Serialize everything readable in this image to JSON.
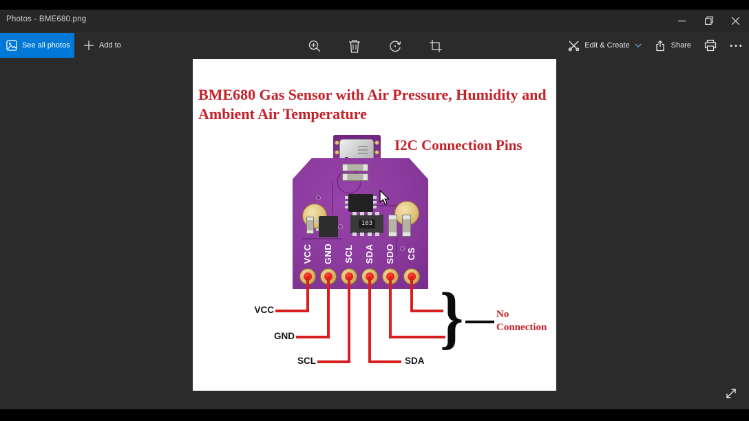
{
  "titlebar": {
    "title": "Photos - BME680.png"
  },
  "toolbar": {
    "see_all_photos": "See all photos",
    "add_to": "Add to",
    "edit_create": "Edit & Create",
    "share": "Share"
  },
  "photo": {
    "heading": "BME680 Gas Sensor with Air Pressure, Humidity and Ambient Air Temperature",
    "subheading": "I2C Connection Pins",
    "chip_marking": "103",
    "board_pins": [
      "VCC",
      "GND",
      "SCL",
      "SDA",
      "SDO",
      "CS"
    ],
    "wire_labels": [
      "VCC",
      "GND",
      "SCL",
      "SDA"
    ],
    "brace": "}",
    "no_connection_label": "No Connection"
  },
  "icons": {
    "titlebar": [
      "minimize-icon",
      "restore-icon",
      "close-icon"
    ],
    "toolbar": [
      "photos-icon",
      "add-icon",
      "zoom-in-icon",
      "delete-icon",
      "rotate-icon",
      "crop-icon",
      "edit-create-icon",
      "chevron-down-icon",
      "share-icon",
      "print-icon",
      "more-icon"
    ],
    "viewer": [
      "cursor-arrow-icon",
      "fullscreen-icon"
    ]
  },
  "colors": {
    "accent_blue": "#0078d7",
    "annotation_red": "#c4222a",
    "wire_red": "#d81f1f",
    "pcb_purple": "#8a3a9c",
    "pad_gold": "#d9ba6f"
  }
}
